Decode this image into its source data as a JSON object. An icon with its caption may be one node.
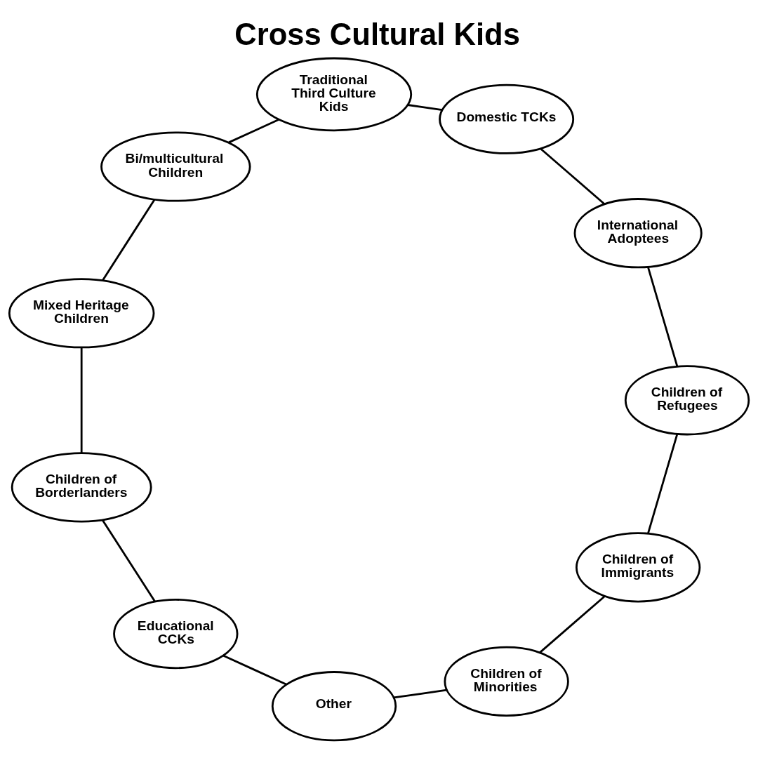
{
  "diagram": {
    "title": "Cross Cultural Kids",
    "nodes": [
      {
        "text": [
          "Traditional Third Culture Kids"
        ]
      },
      {
        "text": [
          "Domestic TCKs"
        ]
      },
      {
        "text": [
          "International Adoptees"
        ]
      },
      {
        "text": [
          "Children of Refugees"
        ]
      },
      {
        "text": [
          "Children of Immigrants"
        ]
      },
      {
        "text": [
          "Children of Minorities"
        ]
      },
      {
        "text": [
          "Other"
        ]
      },
      {
        "text": [
          "Educational CCKs"
        ]
      },
      {
        "text": [
          "Children of Borderlanders"
        ]
      },
      {
        "text": [
          "Mixed Heritage Children"
        ]
      },
      {
        "text": [
          "Bi/multicultural Children"
        ]
      }
    ],
    "edges": [
      {
        "from": 0,
        "to": 1,
        "arrow": "none"
      },
      {
        "from": 1,
        "to": 2,
        "arrow": "none"
      },
      {
        "from": 2,
        "to": 3,
        "arrow": "none"
      },
      {
        "from": 3,
        "to": 4,
        "arrow": "none"
      },
      {
        "from": 4,
        "to": 5,
        "arrow": "none"
      },
      {
        "from": 5,
        "to": 6,
        "arrow": "none"
      },
      {
        "from": 6,
        "to": 7,
        "arrow": "none"
      },
      {
        "from": 7,
        "to": 8,
        "arrow": "none"
      },
      {
        "from": 8,
        "to": 9,
        "arrow": "none"
      },
      {
        "from": 9,
        "to": 10,
        "arrow": "none"
      },
      {
        "from": 10,
        "to": 0,
        "arrow": "none"
      }
    ]
  }
}
